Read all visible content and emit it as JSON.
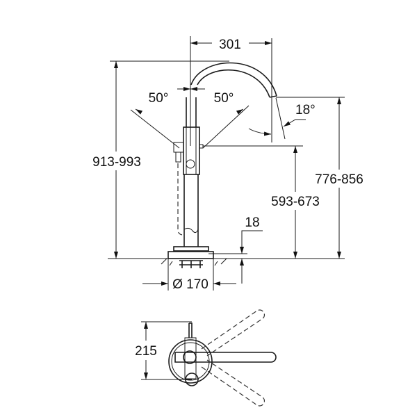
{
  "drawing": {
    "dimensions": {
      "spout_reach": "301",
      "angle_left": "50°",
      "angle_right": "50°",
      "spout_angle": "18°",
      "total_height": "913-993",
      "spout_height": "776-856",
      "handle_height": "593-673",
      "base_thickness": "18",
      "base_diameter": "Ø 170",
      "plan_depth": "215"
    },
    "colors": {
      "line": "#1a1a1a",
      "background": "#ffffff"
    }
  }
}
